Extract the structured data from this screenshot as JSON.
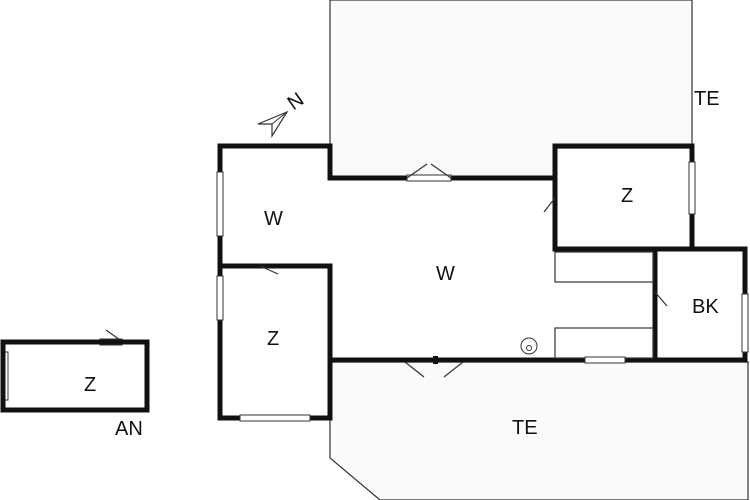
{
  "floor_plan": {
    "compass": {
      "label": "N"
    },
    "rooms": {
      "living_left": {
        "label": "W"
      },
      "living_main": {
        "label": "W"
      },
      "bedroom_top_right": {
        "label": "Z"
      },
      "bedroom_lower_left": {
        "label": "Z"
      },
      "bathroom": {
        "label": "BK"
      },
      "annex_room": {
        "label": "Z"
      }
    },
    "terraces": {
      "top": {
        "label": "TE"
      },
      "bottom": {
        "label": "TE"
      }
    },
    "annex": {
      "label": "AN"
    }
  },
  "colors": {
    "wall": "#111111",
    "background": "#ffffff",
    "terrace_fill": "#fafafa"
  }
}
